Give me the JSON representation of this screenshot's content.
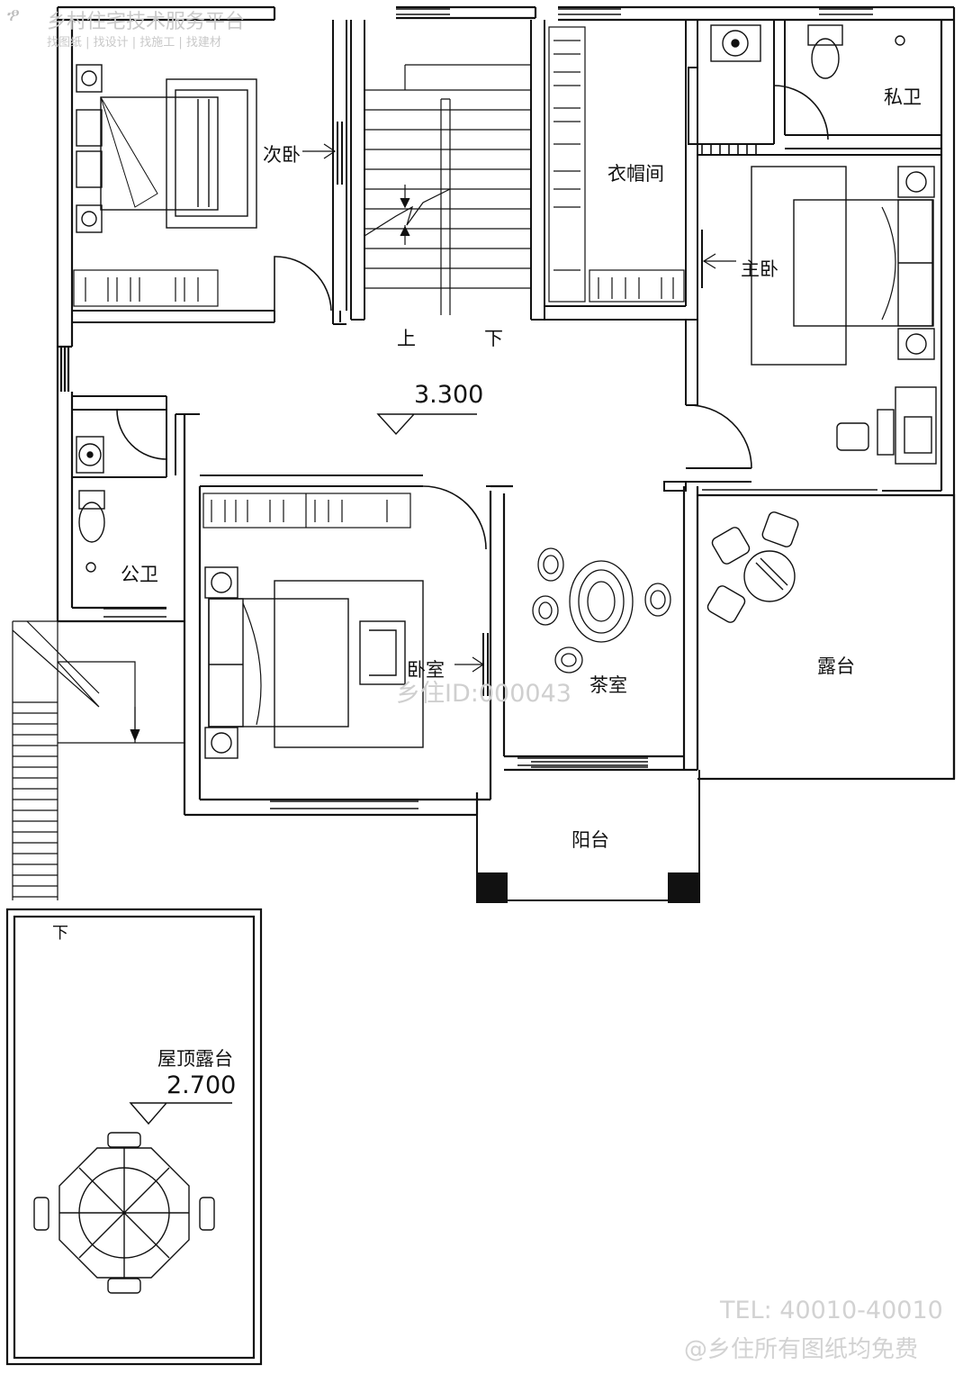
{
  "watermark": {
    "title": "乡村住宅技术服务平台",
    "subtitle": "找图纸 | 找设计 | 找施工 | 找建材",
    "center_id": "乡住ID:000043",
    "tel": "TEL: 40010-40010",
    "footer": "@乡住所有图纸均免费"
  },
  "rooms": {
    "secondary_bedroom": "次卧",
    "cloakroom": "衣帽间",
    "private_bath": "私卫",
    "master_bedroom": "主卧",
    "public_bath": "公卫",
    "bedroom": "卧室",
    "tea_room": "茶室",
    "terrace": "露台",
    "balcony": "阳台",
    "roof_terrace": "屋顶露台"
  },
  "stairs": {
    "up": "上",
    "down": "下",
    "ext_down": "下"
  },
  "elevations": {
    "floor": "3.300",
    "roof": "2.700"
  },
  "colors": {
    "line": "#111111",
    "background": "#ffffff",
    "watermark": "#cfcfcf"
  }
}
